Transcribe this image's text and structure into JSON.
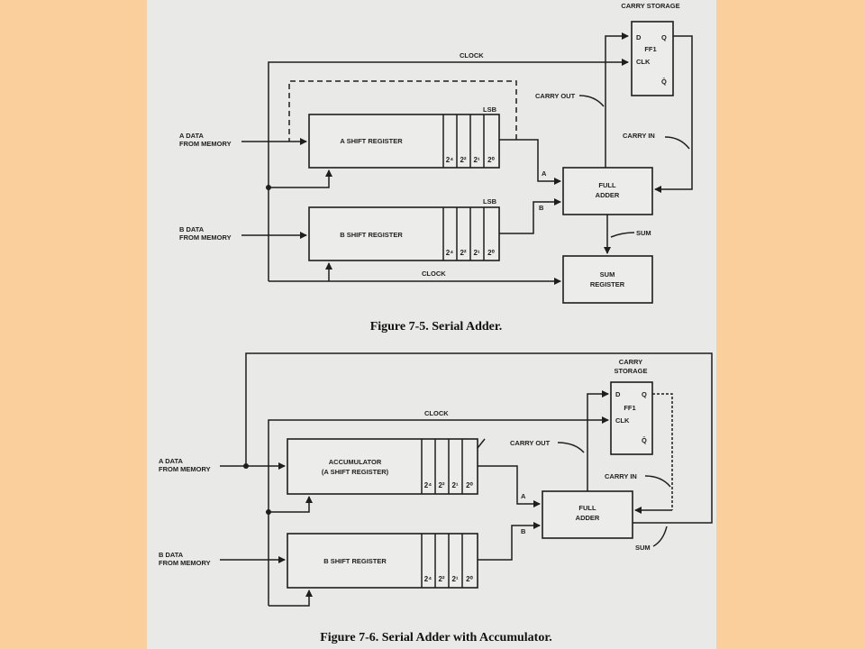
{
  "fig1": {
    "caption": "Figure 7-5. Serial Adder.",
    "carry_storage": "CARRY STORAGE",
    "ff_d": "D",
    "ff_q": "Q",
    "ff_name": "FF1",
    "ff_clk": "CLK",
    "ff_qbar": "Q̄",
    "clock_top": "CLOCK",
    "clock_bottom": "CLOCK",
    "carry_out": "CARRY OUT",
    "carry_in": "CARRY IN",
    "a_data": [
      "A DATA",
      "FROM MEMORY"
    ],
    "b_data": [
      "B DATA",
      "FROM MEMORY"
    ],
    "a_reg": "A SHIFT REGISTER",
    "b_reg": "B SHIFT REGISTER",
    "lsb": "LSB",
    "a_label": "A",
    "b_label": "B",
    "adder": [
      "FULL",
      "ADDER"
    ],
    "sum": "SUM",
    "sum_reg": [
      "SUM",
      "REGISTER"
    ]
  },
  "fig2": {
    "caption": "Figure 7-6. Serial Adder with Accumulator.",
    "carry_storage": "CARRY STORAGE",
    "ff_d": "D",
    "ff_q": "Q",
    "ff_name": "FF1",
    "ff_clk": "CLK",
    "ff_qbar": "Q̄",
    "clock": "CLOCK",
    "carry_out": "CARRY OUT",
    "carry_in": "CARRY IN",
    "a_data": [
      "A DATA",
      "FROM MEMORY"
    ],
    "b_data": [
      "B DATA",
      "FROM MEMORY"
    ],
    "acc_reg": [
      "ACCUMULATOR",
      "(A SHIFT REGISTER)"
    ],
    "b_reg": "B SHIFT REGISTER",
    "a_label": "A",
    "b_label": "B",
    "adder": [
      "FULL",
      "ADDER"
    ],
    "sum": "SUM"
  },
  "bits": [
    "2⁴",
    "2²",
    "2¹",
    "2⁰"
  ]
}
